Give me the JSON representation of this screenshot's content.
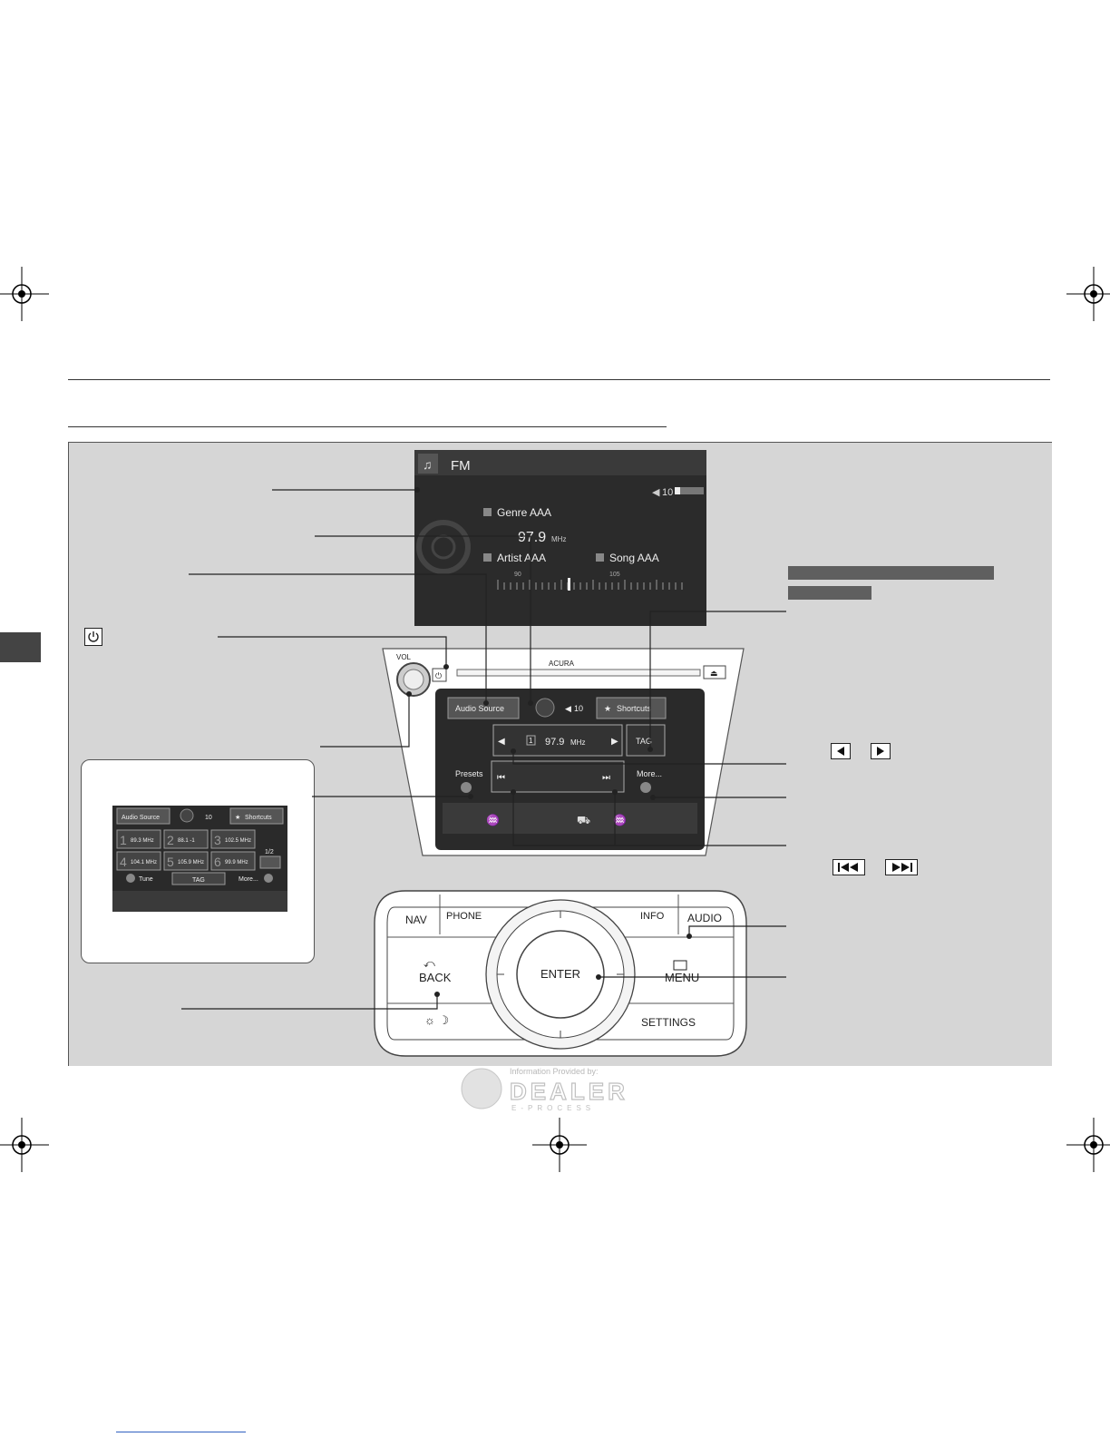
{
  "fm_screen": {
    "band": "FM",
    "genre": "Genre AAA",
    "frequency": "97.9",
    "unit": "MHz",
    "artist": "Artist AAA",
    "song": "Song AAA",
    "volume": "10",
    "scale_low": "90",
    "scale_high": "105"
  },
  "head_unit": {
    "vol_label": "VOL",
    "brand": "ACURA",
    "audio_source": "Audio Source",
    "volume": "10",
    "shortcuts": "Shortcuts",
    "preset_num": "1",
    "frequency": "97.9",
    "unit": "MHz",
    "tag": "TAG",
    "presets": "Presets",
    "more": "More..."
  },
  "inset": {
    "audio_source": "Audio Source",
    "volume": "10",
    "shortcuts": "Shortcuts",
    "presets": [
      {
        "num": "1",
        "freq": "89.3 MHz"
      },
      {
        "num": "2",
        "freq": "88.1 -1"
      },
      {
        "num": "3",
        "freq": "102.5 MHz"
      },
      {
        "num": "4",
        "freq": "104.1 MHz"
      },
      {
        "num": "5",
        "freq": "105.9 MHz"
      },
      {
        "num": "6",
        "freq": "99.9 MHz"
      }
    ],
    "page": "1/2",
    "tune": "Tune",
    "tag": "TAG",
    "more": "More..."
  },
  "controller": {
    "nav": "NAV",
    "phone": "PHONE",
    "info": "INFO",
    "audio": "AUDIO",
    "back": "BACK",
    "enter": "ENTER",
    "menu": "MENU",
    "settings": "SETTINGS"
  },
  "watermark": {
    "provided": "Information Provided by:",
    "brand": "DEALER",
    "sub": "E-PROCESS"
  },
  "colors": {
    "panel": "#d6d6d6",
    "screen": "#2b2b2b",
    "header_band": "#5f5f5f"
  }
}
